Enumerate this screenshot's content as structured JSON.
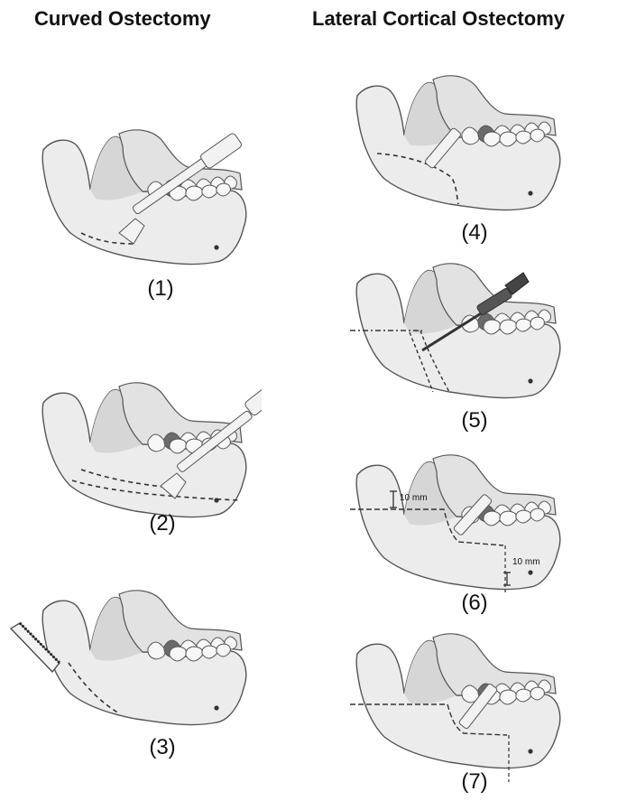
{
  "columns": {
    "left_title": "Curved Ostectomy",
    "right_title": "Lateral Cortical Ostectomy"
  },
  "steps": {
    "s1": "(1)",
    "s2": "(2)",
    "s3": "(3)",
    "s4": "(4)",
    "s5": "(5)",
    "s6": "(6)",
    "s7": "(7)"
  },
  "measurements": {
    "ramus": "10 mm",
    "body": "10 mm"
  },
  "colors": {
    "bone": "#ececec",
    "bone_shadow": "#d6d6d6",
    "tooth": "#f7f7f7",
    "tooth_dark": "#6b6b6b",
    "outline": "#555555",
    "instrument": "#f2f2f2"
  }
}
